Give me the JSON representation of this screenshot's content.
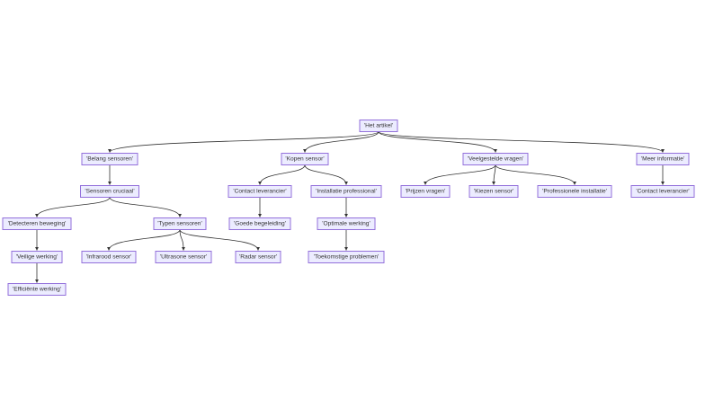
{
  "diagram": {
    "type": "flowchart-tree",
    "colors": {
      "node_fill": "#ececff",
      "node_stroke": "#9370db",
      "edge": "#333333",
      "text": "#333333"
    },
    "nodes": {
      "root": "'Het artikel'",
      "belang": "'Belang sensoren'",
      "kopen": "'Kopen sensor'",
      "faq": "'Veelgestelde vragen'",
      "meer": "'Meer informatie'",
      "cruciaal": "'Sensoren cruciaal'",
      "contact1": "'Contact leverancier'",
      "installatie": "'Installatie professional'",
      "prijzen": "'Prijzen vragen'",
      "kiezen": "'Kiezen sensor'",
      "profinst": "'Professionele installatie'",
      "contact2": "'Contact leverancier'",
      "detect": "'Detecteren beweging'",
      "typen": "'Typen sensoren'",
      "begeleiding": "'Goede begeleiding'",
      "optimale": "'Optimale werking'",
      "veilig": "'Veilige werking'",
      "infrarood": "'Infrarood sensor'",
      "ultrasone": "'Ultrasone sensor'",
      "radar": "'Radar sensor'",
      "toekomst": "'Toekomstige problemen'",
      "efficient": "'Efficiënte werking'"
    },
    "edges": [
      [
        "root",
        "belang"
      ],
      [
        "root",
        "kopen"
      ],
      [
        "root",
        "faq"
      ],
      [
        "root",
        "meer"
      ],
      [
        "belang",
        "cruciaal"
      ],
      [
        "kopen",
        "contact1"
      ],
      [
        "kopen",
        "installatie"
      ],
      [
        "faq",
        "prijzen"
      ],
      [
        "faq",
        "kiezen"
      ],
      [
        "faq",
        "profinst"
      ],
      [
        "meer",
        "contact2"
      ],
      [
        "cruciaal",
        "detect"
      ],
      [
        "cruciaal",
        "typen"
      ],
      [
        "contact1",
        "begeleiding"
      ],
      [
        "installatie",
        "optimale"
      ],
      [
        "detect",
        "veilig"
      ],
      [
        "typen",
        "infrarood"
      ],
      [
        "typen",
        "ultrasone"
      ],
      [
        "typen",
        "radar"
      ],
      [
        "optimale",
        "toekomst"
      ],
      [
        "veilig",
        "efficient"
      ]
    ]
  }
}
